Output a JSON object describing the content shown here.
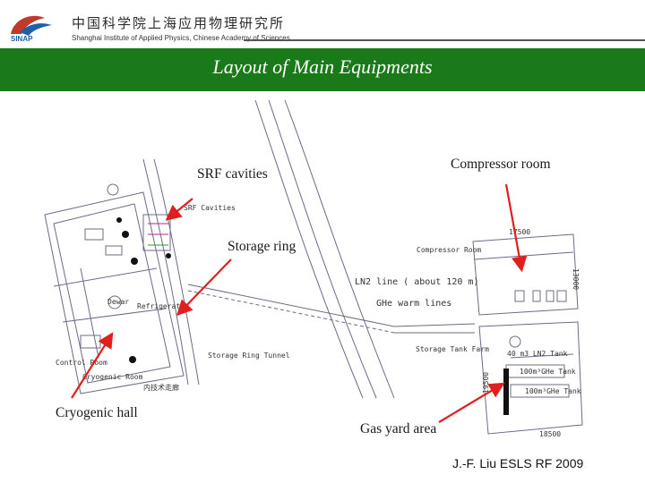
{
  "header": {
    "institute_cn": "中国科学院上海应用物理研究所",
    "institute_en": "Shanghai Institute of Applied Physics, Chinese Academy of Sciences",
    "logo_text": "SINAP"
  },
  "slide": {
    "title": "Layout of Main Equipments"
  },
  "callouts": {
    "srf": "SRF cavities",
    "compressor": "Compressor room",
    "storage_ring": "Storage ring",
    "cryogenic": "Cryogenic hall",
    "gas_yard": "Gas yard area"
  },
  "plan_labels": {
    "srf_cavities": "SRF Cavities",
    "compressor_room": "Compressor Room",
    "ln2_line": "LN2 line ( about 120 m)",
    "ghe_warm": "GHe warm lines",
    "storage_tank_farm": "Storage Tank  Farm",
    "ln2_tank": "40 m3 LN2 Tank",
    "ghe_tank_1": "100m³GHe Tank",
    "ghe_tank_2": "100m³GHe Tank",
    "storage_ring_tunnel": "Storage Ring Tunnel",
    "dewar": "Dewar",
    "refrigerator": "Refrigerator",
    "control_room": "Control Room",
    "cryogenic_room": "Cryogenic Room",
    "corridor_cn": "内技术走廊",
    "dim_a": "19500",
    "dim_b": "18500",
    "dim_c": "17500",
    "dim_d": "13000"
  },
  "footer": {
    "credit": "J.-F. Liu ESLS RF 2009"
  },
  "colors": {
    "banner": "#1a7a1a",
    "arrow": "#e0201f",
    "plan_line": "#6b6b8a"
  }
}
